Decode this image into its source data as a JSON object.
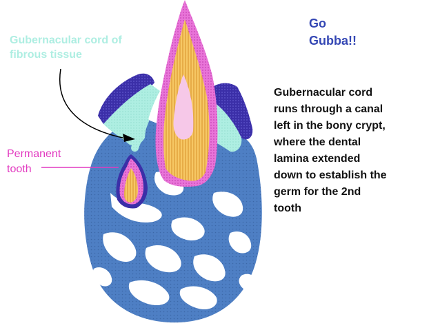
{
  "labels": {
    "gubernacular_line1": "Gubernacular cord of",
    "gubernacular_line2": "fibrous tissue",
    "permanent_line1": "Permanent",
    "permanent_line2": "tooth"
  },
  "exclaim": {
    "line1": "Go",
    "line2": "Gubba!!"
  },
  "description": {
    "lines": [
      "Gubernacular cord",
      "runs through a canal",
      "left in the bony crypt,",
      "where the dental",
      "lamina extended",
      "down to establish the",
      "germ for the 2nd",
      "tooth"
    ]
  },
  "colors": {
    "bone": "#4e7fc4",
    "gum": "#3b2fa8",
    "enamel": "#e874d8",
    "dentin": "#f2b94a",
    "pulp": "#f6c8e8",
    "gubernacular_cord": "#aeeee2",
    "permanent_label": "#e23ac0",
    "go_gubba_text": "#3447b4"
  }
}
